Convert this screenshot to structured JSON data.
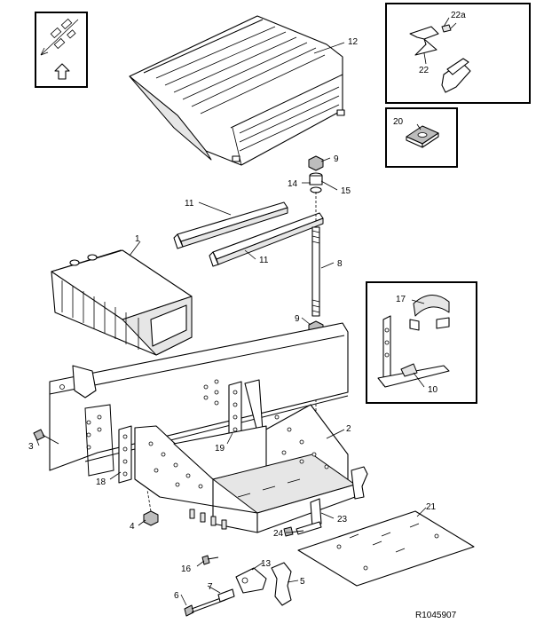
{
  "diagram": {
    "reference": "R1045907",
    "callouts": [
      {
        "id": "c1",
        "label": "1"
      },
      {
        "id": "c2",
        "label": "2"
      },
      {
        "id": "c3",
        "label": "3"
      },
      {
        "id": "c4",
        "label": "4"
      },
      {
        "id": "c5",
        "label": "5"
      },
      {
        "id": "c6",
        "label": "6"
      },
      {
        "id": "c7",
        "label": "7"
      },
      {
        "id": "c8",
        "label": "8"
      },
      {
        "id": "c9a",
        "label": "9"
      },
      {
        "id": "c9b",
        "label": "9"
      },
      {
        "id": "c10",
        "label": "10"
      },
      {
        "id": "c11a",
        "label": "11"
      },
      {
        "id": "c11b",
        "label": "11"
      },
      {
        "id": "c12",
        "label": "12"
      },
      {
        "id": "c13",
        "label": "13"
      },
      {
        "id": "c14",
        "label": "14"
      },
      {
        "id": "c15",
        "label": "15"
      },
      {
        "id": "c16",
        "label": "16"
      },
      {
        "id": "c17",
        "label": "17"
      },
      {
        "id": "c18",
        "label": "18"
      },
      {
        "id": "c19",
        "label": "19"
      },
      {
        "id": "c20",
        "label": "20"
      },
      {
        "id": "c21",
        "label": "21"
      },
      {
        "id": "c22",
        "label": "22"
      },
      {
        "id": "c22a",
        "label": "22a"
      },
      {
        "id": "c23",
        "label": "23"
      },
      {
        "id": "c24",
        "label": "24"
      }
    ]
  }
}
